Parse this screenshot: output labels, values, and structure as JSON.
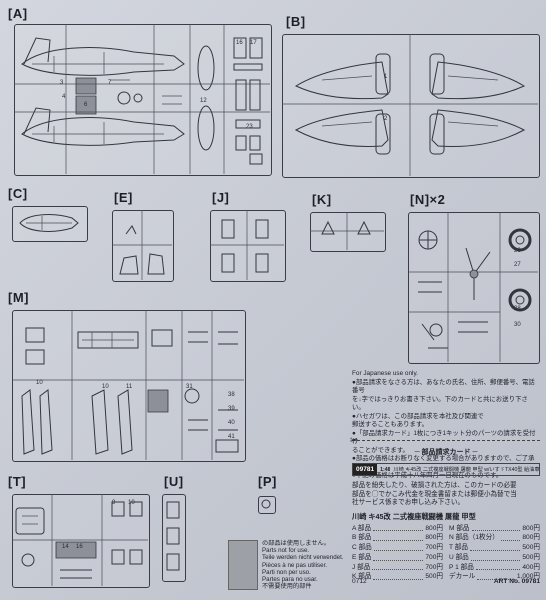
{
  "sprues": {
    "A": "[A]",
    "B": "[B]",
    "C": "[C]",
    "E": "[E]",
    "J": "[J]",
    "K": "[K]",
    "N": "[N]×2",
    "M": "[M]",
    "T": "[T]",
    "U": "[U]",
    "P": "[P]"
  },
  "info": {
    "english_note": "For Japanese use only.",
    "jp_lines": [
      "●部品請求をなさる方は、あなたの氏名、住所、郵便番号、電話番号",
      "を↓字ではっきりお書き下さい。下のカードと共にお送り下さい。",
      "●ハセガワは、この部品請求を本社及び関連で",
      "郵送することもあります。",
      "●「部品請求カード」1枚につき1キット分のパーツの請求を受付け",
      "ることができます。",
      "●部品の価格はお断りなく変更する場合がありますので、ご了承下さい。",
      "●下記の価格は平成十八年四月一日現在のものです。"
    ]
  },
  "card": {
    "title": "─ 部品請求カード ─",
    "kit_number": "09781",
    "kit_scale": "1:48",
    "kit_name": "川崎 キ45改 二式複座戦闘機 屠龍 甲型 w/いすゞTX40型 給油車",
    "desc": [
      "部品を紛失したり、破損された方は、このカードの必要",
      "部品を◯でかこみ代金を現金書留または郵便小為替で当",
      "社サービス係までお申し込み下さい。"
    ],
    "plane": "川崎 キ45改 二式複座戦闘機 屠龍 甲型",
    "prices": [
      {
        "part": "A 部品",
        "price": "800円"
      },
      {
        "part": "M 部品",
        "price": "800円"
      },
      {
        "part": "B 部品",
        "price": "800円"
      },
      {
        "part": "N 部品（1枚分）",
        "price": "800円"
      },
      {
        "part": "C 部品",
        "price": "700円"
      },
      {
        "part": "T 部品",
        "price": "500円"
      },
      {
        "part": "E 部品",
        "price": "700円"
      },
      {
        "part": "U 部品",
        "price": "500円"
      },
      {
        "part": "J 部品",
        "price": "700円"
      },
      {
        "part": "P 1 部品",
        "price": "400円"
      },
      {
        "part": "K 部品",
        "price": "500円"
      },
      {
        "part": "デカール",
        "price": "1,000円"
      }
    ],
    "code": "0712",
    "art_no": "ART No. 09781"
  },
  "not_use": [
    "の部品は使用しません。",
    "Parts not for use.",
    "Teile werden nicht verwendet.",
    "Pièces à ne pas utiliser.",
    "Parti non per uso.",
    "Partes para no usar.",
    "不需要使用的部件"
  ],
  "colors": {
    "paper": "#c9cdd6",
    "line": "#33363f",
    "shade": "#8e9099"
  }
}
